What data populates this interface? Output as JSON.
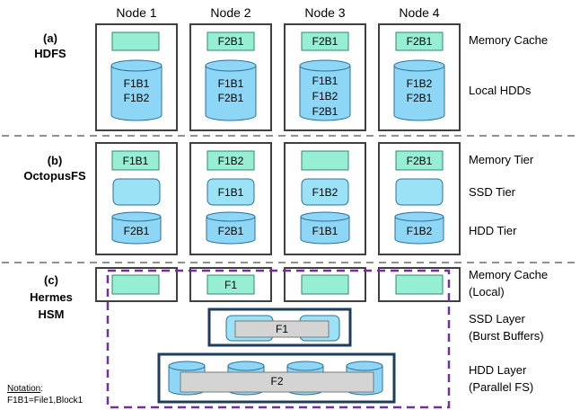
{
  "nodes": [
    "Node 1",
    "Node 2",
    "Node 3",
    "Node 4"
  ],
  "sections": {
    "a": {
      "label_line1": "(a)",
      "label_line2": "HDFS",
      "rows": [
        "Memory Cache",
        "Local HDDs"
      ],
      "memory_blocks": [
        "",
        "F2B1",
        "F2B1",
        "F2B1"
      ],
      "disk_blocks": [
        [
          "F1B1",
          "F1B2"
        ],
        [
          "F1B1",
          "F2B1"
        ],
        [
          "F1B1",
          "F1B2",
          "F2B1"
        ],
        [
          "F1B2",
          "F2B1"
        ]
      ]
    },
    "b": {
      "label_line1": "(b)",
      "label_line2": "OctopusFS",
      "rows": [
        "Memory Tier",
        "SSD Tier",
        "HDD Tier"
      ],
      "memory_blocks": [
        "F1B1",
        "F1B2",
        "",
        "F2B1"
      ],
      "ssd_blocks": [
        "",
        "F1B1",
        "F1B2",
        ""
      ],
      "hdd_blocks": [
        "F2B1",
        "F2B1",
        "F1B1",
        "F1B2"
      ]
    },
    "c": {
      "label_line1": "(c)",
      "label_line2": "Hermes",
      "label_line3": "HSM",
      "rows": [
        [
          "Memory Cache",
          "(Local)"
        ],
        [
          "SSD Layer",
          "(Burst Buffers)"
        ],
        [
          "HDD Layer",
          "(Parallel FS)"
        ]
      ],
      "memory_blocks": [
        "",
        "F1",
        "",
        ""
      ],
      "ssd_file": "F1",
      "hdd_file": "F2"
    }
  },
  "notation": {
    "title": "Notation",
    "colon": ":",
    "text": "F1B1=File1,Block1"
  },
  "colors": {
    "memory_fill": "#96eed4",
    "ssd_fill": "#9be2f6",
    "hdd_fill": "#8dd6f5",
    "file_bar_fill": "#d4d4d4",
    "layer_border": "#1d3d5e",
    "hermes_border": "#7030a0",
    "divider": "#909090"
  }
}
